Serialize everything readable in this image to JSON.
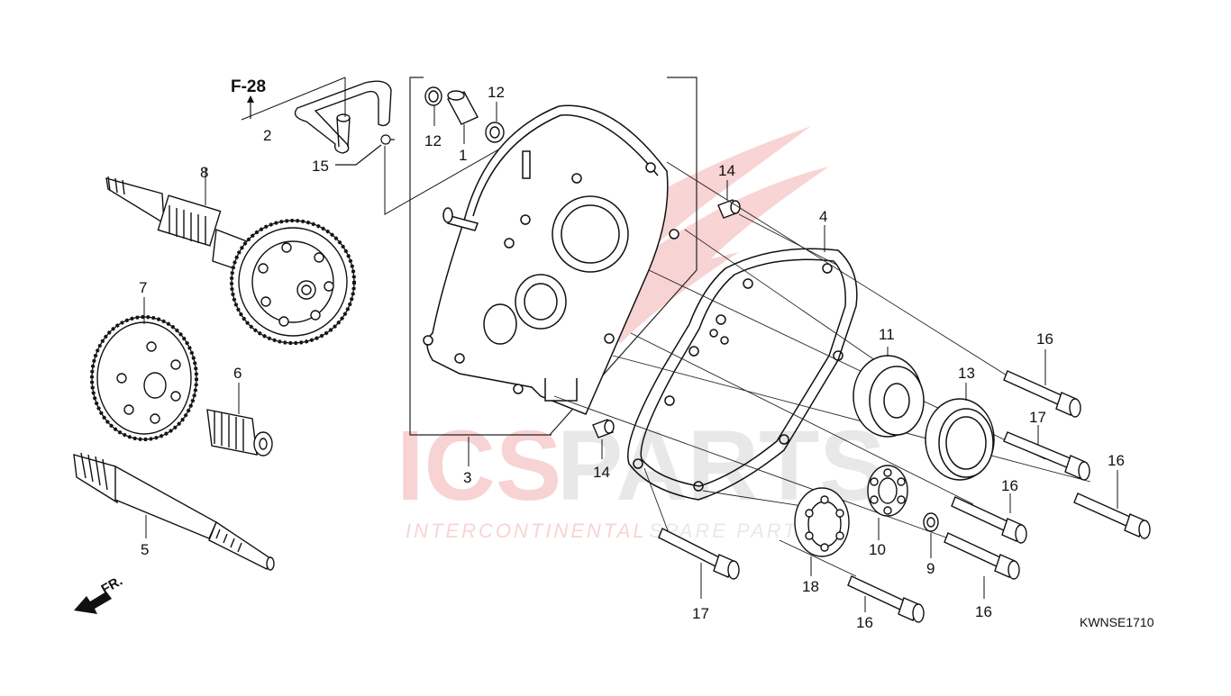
{
  "diagram": {
    "reference_label": "F-28",
    "direction_label": "FR.",
    "diagram_code": "KWNSE1710",
    "part_labels": [
      {
        "id": "label-1",
        "text": "1"
      },
      {
        "id": "label-2",
        "text": "2"
      },
      {
        "id": "label-3",
        "text": "3"
      },
      {
        "id": "label-4",
        "text": "4"
      },
      {
        "id": "label-5",
        "text": "5"
      },
      {
        "id": "label-6",
        "text": "6"
      },
      {
        "id": "label-7",
        "text": "7"
      },
      {
        "id": "label-8",
        "text": "8"
      },
      {
        "id": "label-9",
        "text": "9"
      },
      {
        "id": "label-10",
        "text": "10"
      },
      {
        "id": "label-11",
        "text": "11"
      },
      {
        "id": "label-12",
        "text": "12"
      },
      {
        "id": "label-13",
        "text": "13"
      },
      {
        "id": "label-14",
        "text": "14"
      },
      {
        "id": "label-15",
        "text": "15"
      },
      {
        "id": "label-16",
        "text": "16"
      },
      {
        "id": "label-17",
        "text": "17"
      },
      {
        "id": "label-18",
        "text": "18"
      }
    ]
  },
  "watermark": {
    "brand_a": "ICS",
    "brand_b": "PARTS",
    "tagline_a": "INTERCONTINENTAL",
    "tagline_b": "SPARE PARTS",
    "color_red": "#e23a3a",
    "color_grey": "#9a9a9a"
  }
}
